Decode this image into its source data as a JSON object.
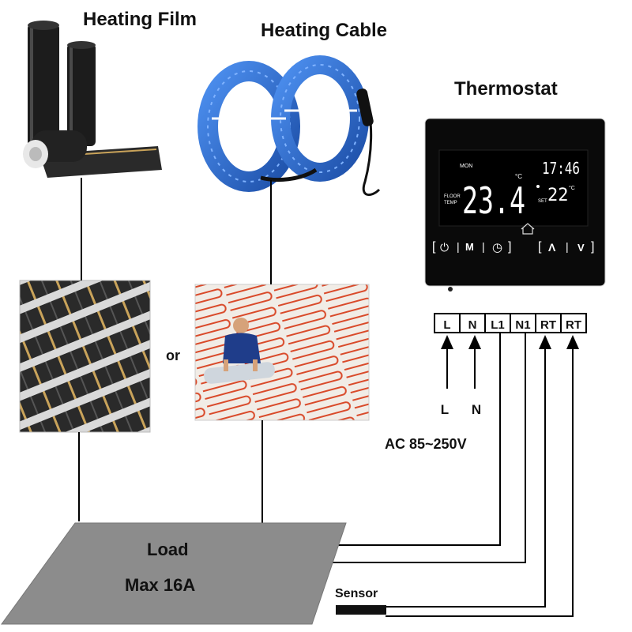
{
  "titles": {
    "film": "Heating Film",
    "cable": "Heating Cable",
    "thermostat": "Thermostat"
  },
  "or_label": "or",
  "terminals": [
    "L",
    "N",
    "L1",
    "N1",
    "RT",
    "RT"
  ],
  "input_labels": {
    "l": "L",
    "n": "N"
  },
  "supply": "AC 85~250V",
  "load": {
    "line1": "Load",
    "line2": "Max 16A"
  },
  "sensor_label": "Sensor",
  "display": {
    "day": "MON",
    "floor_label_1": "FLOOR",
    "floor_label_2": "TEMP",
    "temp": "23.4",
    "temp_unit": "°C",
    "clock": "17:46",
    "set_label": "SET",
    "set_temp": "22",
    "set_unit": "°C"
  },
  "buttons": {
    "power": "⏻",
    "mode": "M",
    "clock": "◷",
    "up": "Λ",
    "down": "V"
  },
  "colors": {
    "cable_blue": "#2f6fd6",
    "film_black": "#1b1b1b",
    "load_gray": "#8c8c8c",
    "heating_wire_red": "#d94a2a"
  }
}
